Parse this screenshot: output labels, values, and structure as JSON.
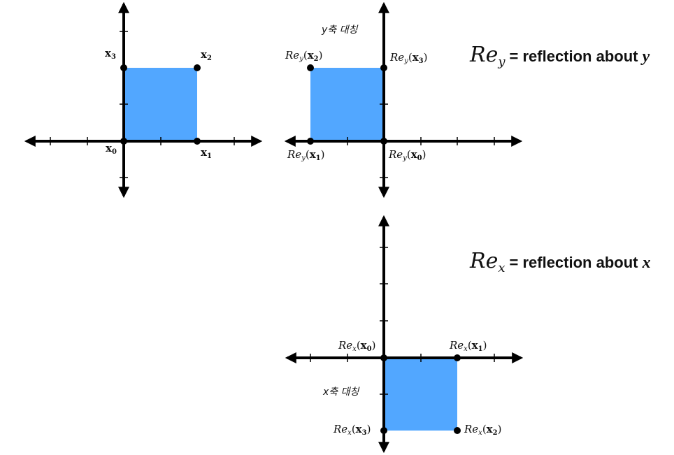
{
  "colors": {
    "fill": "#52a7ff",
    "axis": "#000000"
  },
  "panels": {
    "original": {
      "labels": {
        "x0": "x",
        "x0_sub": "0",
        "x1": "x",
        "x1_sub": "1",
        "x2": "x",
        "x2_sub": "2",
        "x3": "x",
        "x3_sub": "3"
      }
    },
    "reflect_y": {
      "title": {
        "math": "Re",
        "sub": "y",
        "text": "= reflection about ",
        "var": "y"
      },
      "note": "y축 대칭",
      "labels": {
        "p0": {
          "fn": "Re",
          "fn_sub": "y",
          "arg": "x",
          "arg_sub": "0"
        },
        "p1": {
          "fn": "Re",
          "fn_sub": "y",
          "arg": "x",
          "arg_sub": "1"
        },
        "p2": {
          "fn": "Re",
          "fn_sub": "y",
          "arg": "x",
          "arg_sub": "2"
        },
        "p3": {
          "fn": "Re",
          "fn_sub": "y",
          "arg": "x",
          "arg_sub": "3"
        }
      }
    },
    "reflect_x": {
      "title": {
        "math": "Re",
        "sub": "x",
        "text": "= reflection about ",
        "var": "x"
      },
      "note": "x축 대칭",
      "labels": {
        "p0": {
          "fn": "Re",
          "fn_sub": "x",
          "arg": "x",
          "arg_sub": "0"
        },
        "p1": {
          "fn": "Re",
          "fn_sub": "x",
          "arg": "x",
          "arg_sub": "1"
        },
        "p2": {
          "fn": "Re",
          "fn_sub": "x",
          "arg": "x",
          "arg_sub": "2"
        },
        "p3": {
          "fn": "Re",
          "fn_sub": "x",
          "arg": "x",
          "arg_sub": "3"
        }
      }
    }
  }
}
